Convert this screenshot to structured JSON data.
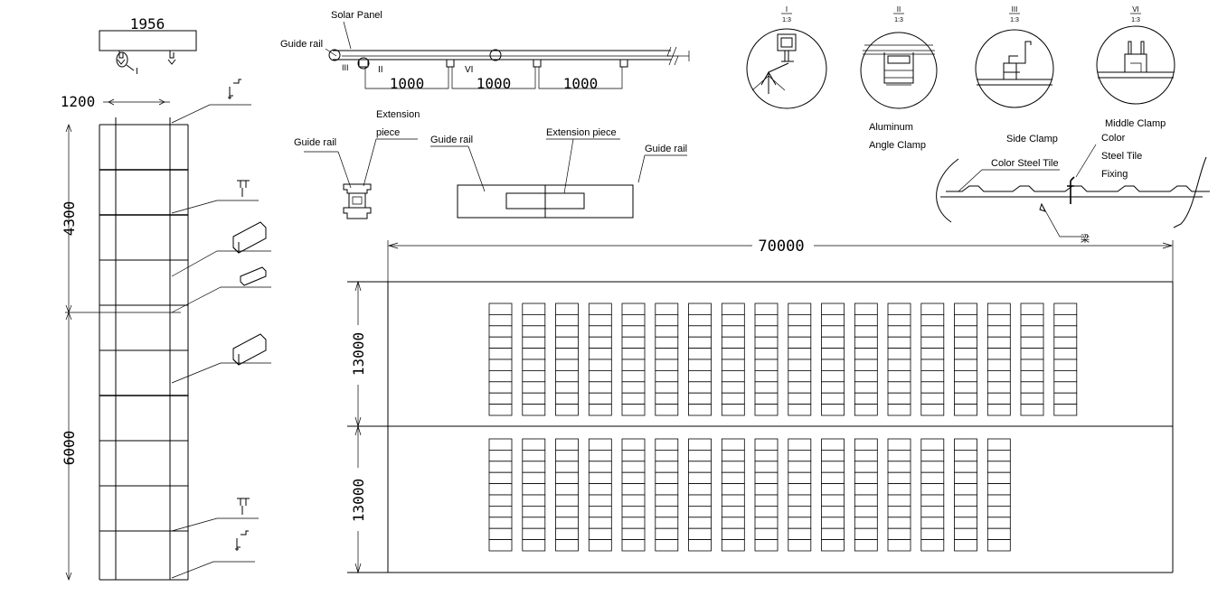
{
  "dimensions": {
    "top_width": "1956",
    "panel_width": "1200",
    "height_upper": "4300",
    "height_lower": "6000",
    "span_1": "1000",
    "span_2": "1000",
    "span_3": "1000",
    "overall_width": "70000",
    "row_height_1": "13000",
    "row_height_2": "13000"
  },
  "labels": {
    "solar_panel": "Solar Panel",
    "guide_rail_top": "Guide rail",
    "guide_rail_left": "Guide rail",
    "extension_line1": "Extension",
    "extension_line2": "piece",
    "guide_rail_mid": "Guide rail",
    "extension_piece": "Extension piece",
    "guide_rail_right": "Guide rail",
    "aluminum_line1": "Aluminum",
    "aluminum_line2": "Angle Clamp",
    "side_clamp": "Side Clamp",
    "middle_clamp": "Middle Clamp",
    "color_1": "Color",
    "steel_tile": "Steel Tile",
    "fixing": "Fixing",
    "color_steel_tile": "Color Steel Tile",
    "beam": "梁"
  },
  "detail_marks": {
    "mark_1": "I",
    "mark_2": "II",
    "mark_3": "III",
    "mark_6": "VI",
    "detail_1": "I",
    "detail_2": "II",
    "detail_3": "III",
    "detail_4": "VI",
    "scale": "1:3"
  },
  "array": {
    "row1_columns": 18,
    "row1_panels_per_column": 10,
    "row2_columns": 16,
    "row2_panels_per_column": 10
  }
}
